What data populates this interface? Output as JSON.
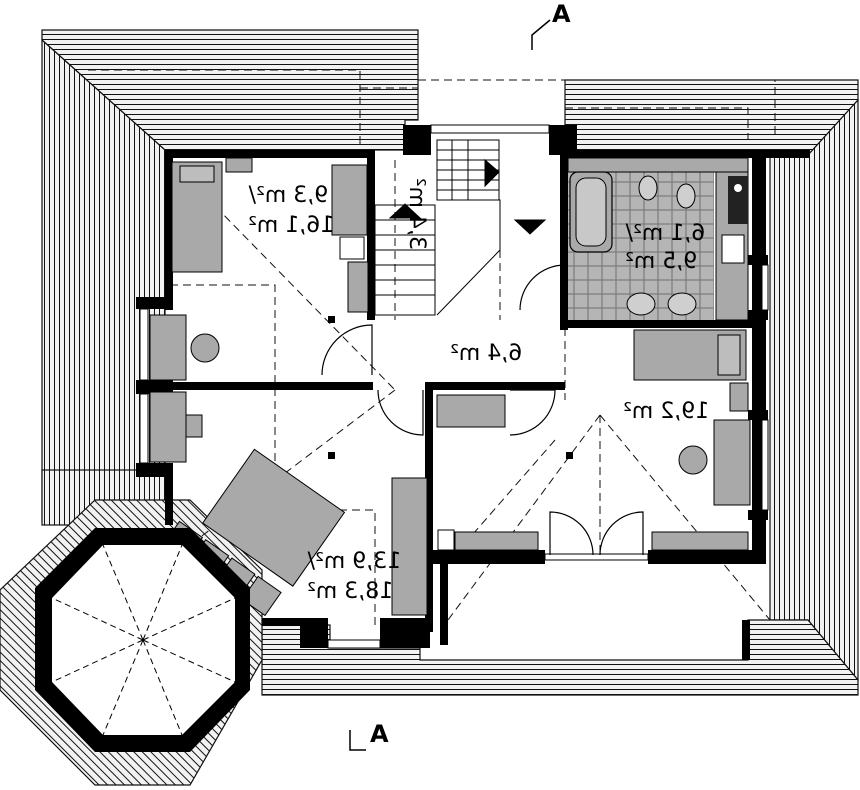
{
  "section_marker": {
    "label": "A"
  },
  "rooms": [
    {
      "id": "bedroom-nw",
      "area_a": "9,3 m²/",
      "area_b": "16,1 m²"
    },
    {
      "id": "stairs",
      "area_a": "3,4 m²"
    },
    {
      "id": "bathroom",
      "area_a": "6,1 m²/",
      "area_b": "9,5 m²"
    },
    {
      "id": "hall",
      "area_a": "6,4 m²"
    },
    {
      "id": "bedroom-east",
      "area_a": "19,2 m²"
    },
    {
      "id": "bedroom-sw",
      "area_a": "13,9 m²/",
      "area_b": "18,3 m²"
    }
  ],
  "colors": {
    "wall": "#000000",
    "roof_fill": "#f2f2f2",
    "roof_line": "#111111",
    "furniture": "#a9a9a9",
    "tile": "#999999"
  }
}
